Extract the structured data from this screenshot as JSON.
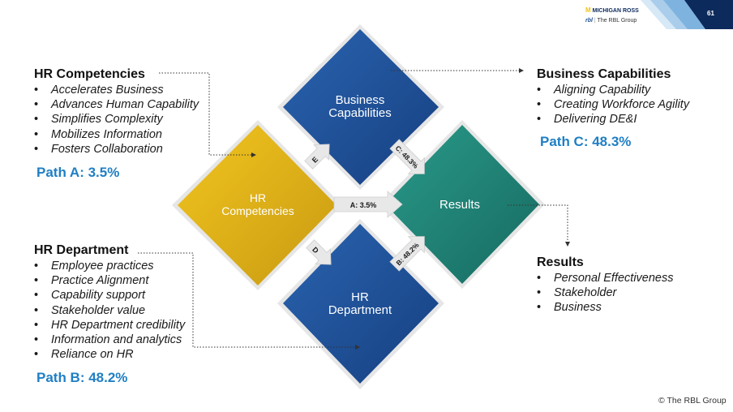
{
  "header": {
    "logo_umich": "MICHIGAN ROSS",
    "logo_rbl": "The RBL Group",
    "slide_number": "61",
    "copyright": "The RBL Group",
    "colors": {
      "navy": "#0d2a5c",
      "light_blue": "#7fb3df",
      "maize": "#f0c419"
    }
  },
  "diagram": {
    "nodes": {
      "business": {
        "line1": "Business",
        "line2": "Capabilities"
      },
      "hr_comp": {
        "line1": "HR",
        "line2": "Competencies"
      },
      "results": {
        "line1": "Results"
      },
      "hr_dept": {
        "line1": "HR",
        "line2": "Department"
      }
    },
    "arrows": {
      "e": "E",
      "d": "D",
      "a": "A: 3.5%",
      "c": "C: 48.3%",
      "b": "B: 48.2%"
    },
    "colors": {
      "business": "#1d4e96",
      "hr_comp": "#e0b41a",
      "results": "#1e7f72",
      "hr_dept": "#1d4e96"
    }
  },
  "hr_competencies": {
    "title": "HR Competencies",
    "items": [
      "Accelerates Business",
      "Advances Human Capability",
      "Simplifies Complexity",
      "Mobilizes Information",
      "Fosters Collaboration"
    ],
    "path": "Path A: 3.5%"
  },
  "hr_department": {
    "title": "HR Department",
    "items": [
      "Employee practices",
      "Practice Alignment",
      "Capability support",
      "Stakeholder value",
      "HR Department credibility",
      "Information and analytics",
      "Reliance on HR"
    ],
    "path": "Path B: 48.2%"
  },
  "business_capabilities": {
    "title": "Business Capabilities",
    "items": [
      "Aligning Capability",
      "Creating Workforce Agility",
      "Delivering DE&I"
    ],
    "path": "Path C: 48.3%"
  },
  "results": {
    "title": "Results",
    "items": [
      "Personal Effectiveness",
      "Stakeholder",
      "Business"
    ]
  }
}
